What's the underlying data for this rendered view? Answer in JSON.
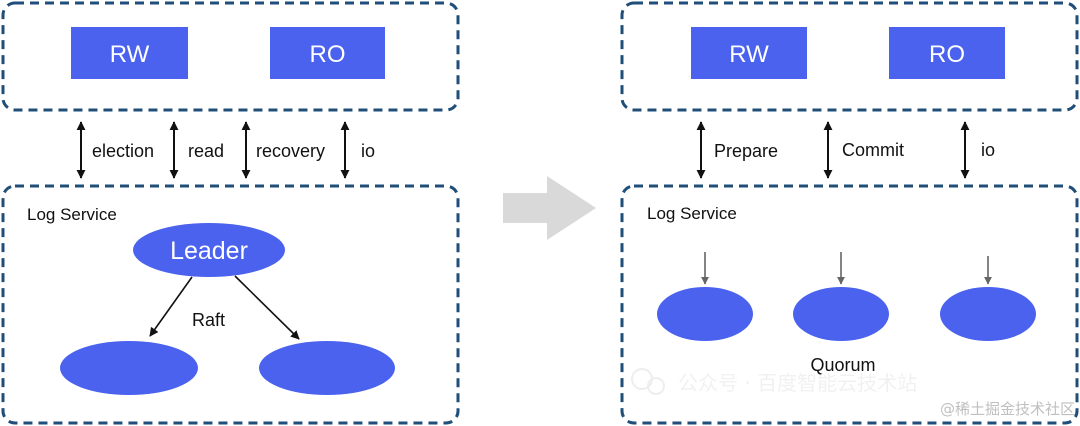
{
  "left": {
    "rw_label": "RW",
    "ro_label": "RO",
    "arrow_labels": [
      "election",
      "read",
      "recovery",
      "io"
    ],
    "log_service_title": "Log Service",
    "leader_label": "Leader",
    "raft_label": "Raft"
  },
  "right": {
    "rw_label": "RW",
    "ro_label": "RO",
    "arrow_labels": [
      "Prepare",
      "Commit",
      "io"
    ],
    "log_service_title": "Log Service",
    "quorum_label": "Quorum"
  },
  "watermark": {
    "wechat_text": "公众号 · 百度智能云技术站",
    "site_text": "@稀土掘金技术社区"
  },
  "colors": {
    "node_blue": "#4a62ee",
    "dashed_border": "#1f4e79",
    "transition_arrow": "#d9d9d9"
  }
}
